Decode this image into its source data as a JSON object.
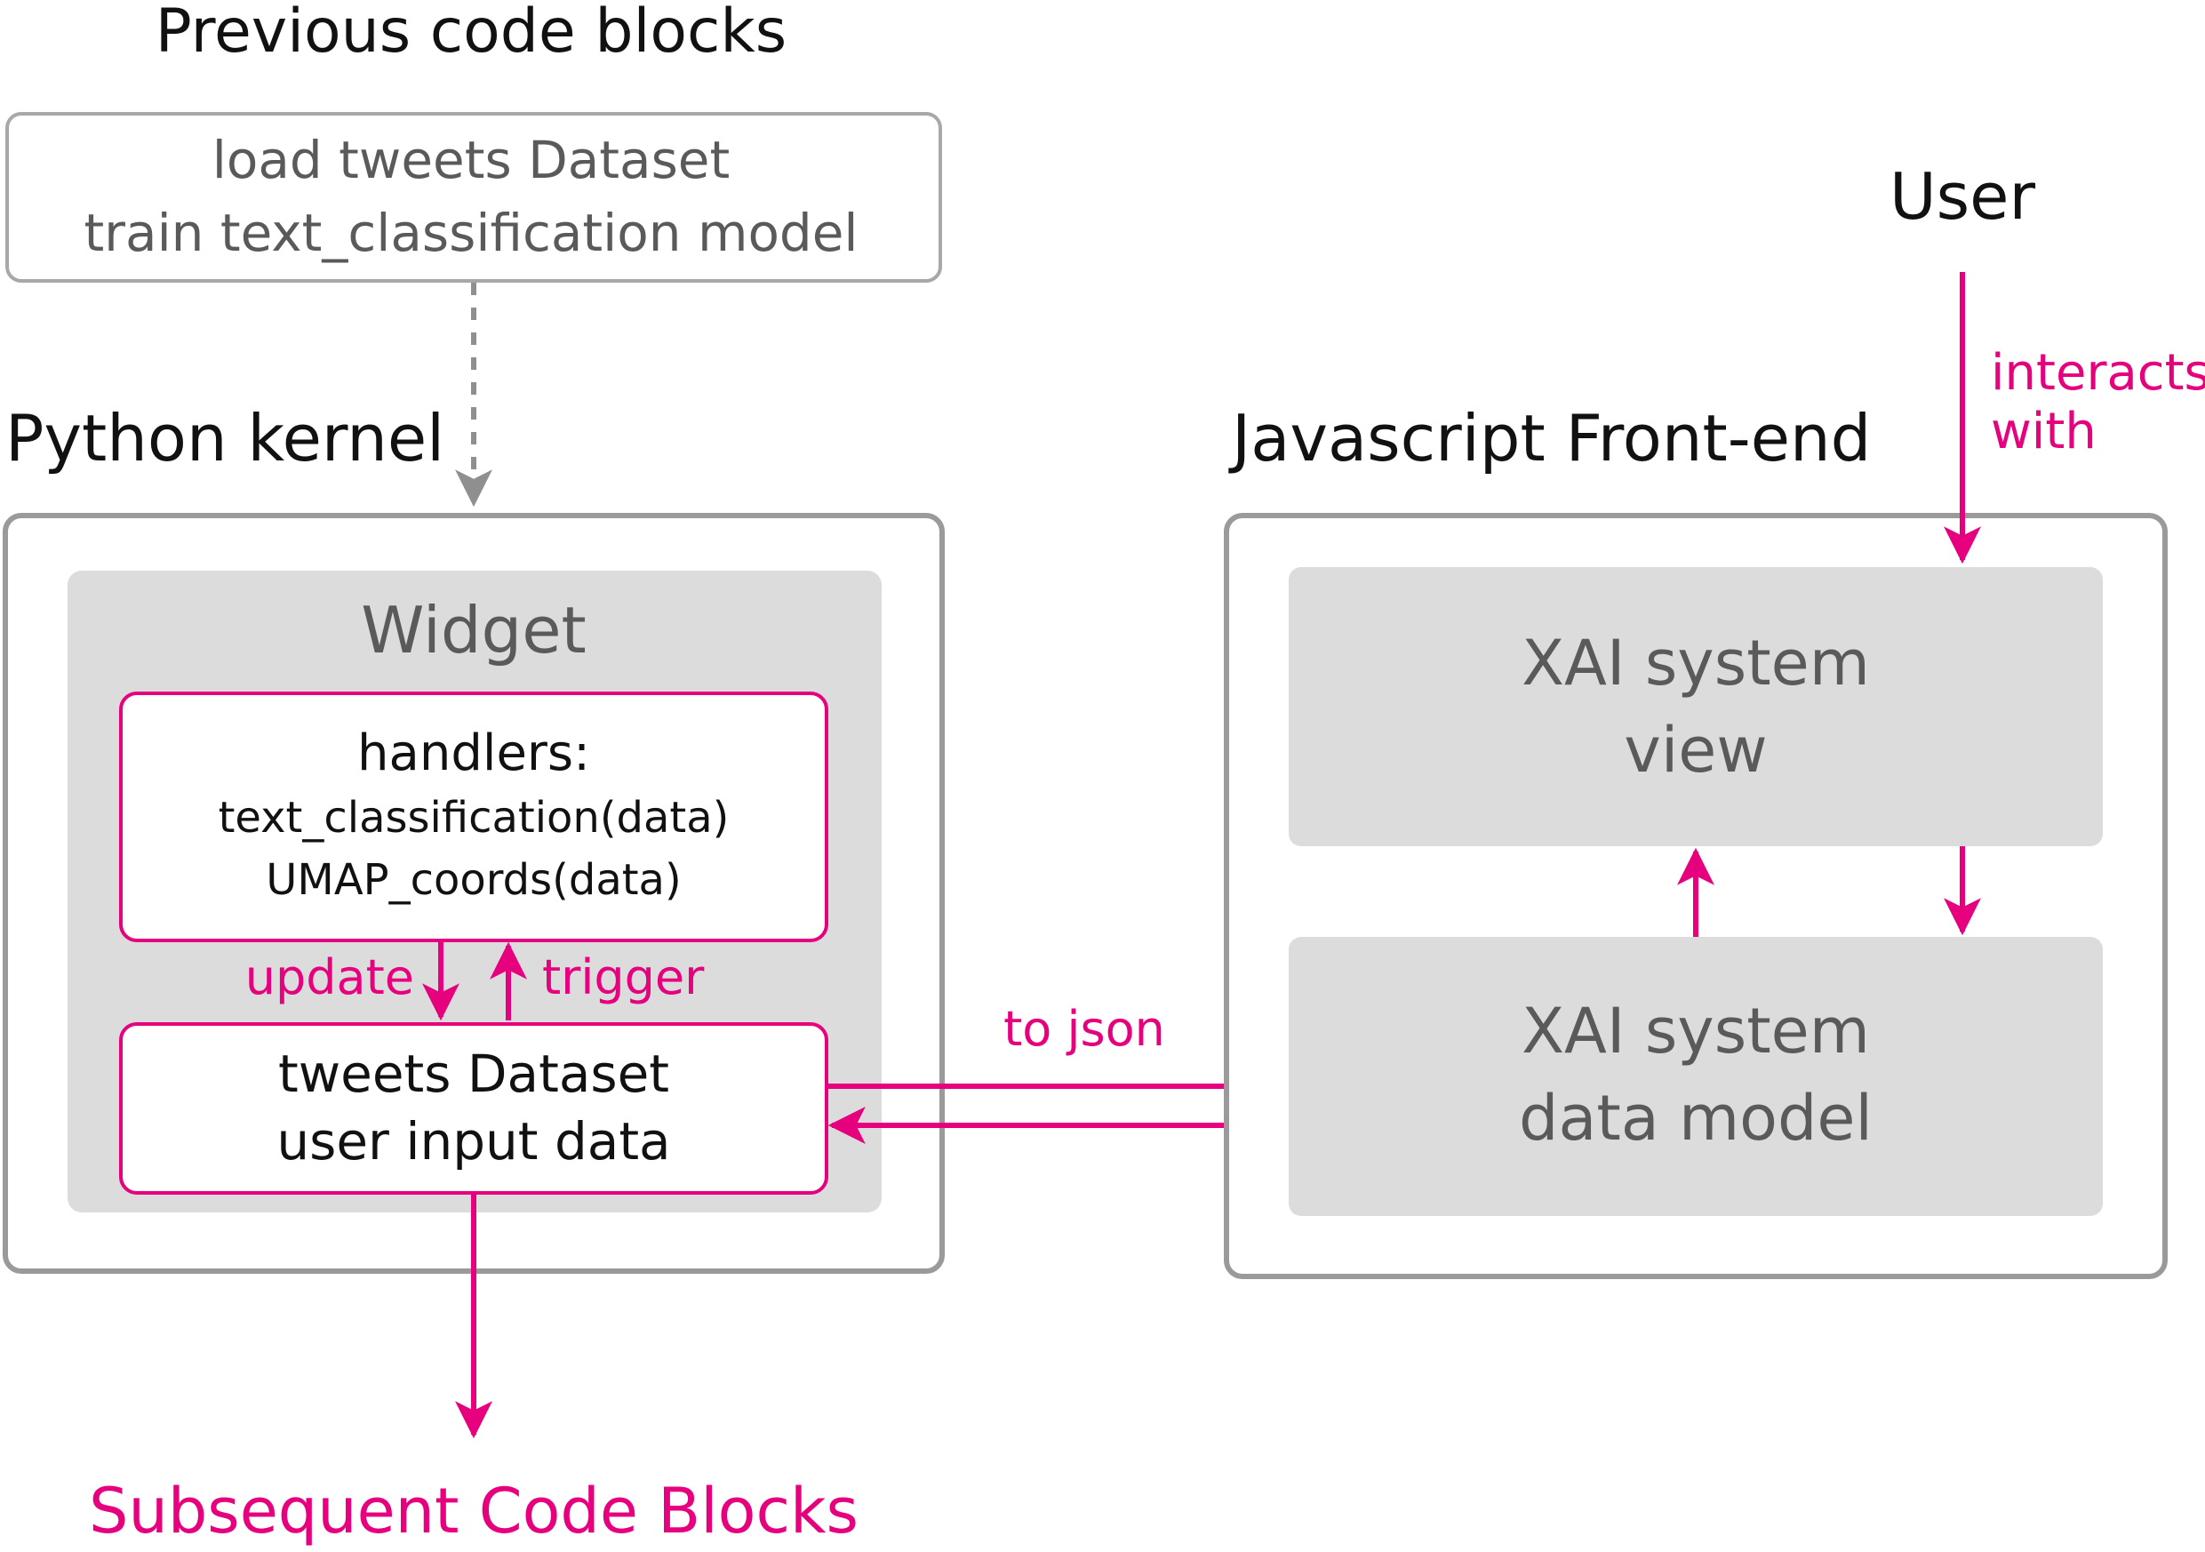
{
  "prev_heading": "Previous code blocks",
  "prev_box": {
    "line1": "load tweets Dataset",
    "line2": "train text_classification model"
  },
  "python_heading": "Python kernel",
  "js_heading": "Javascript Front-end",
  "user_label": "User",
  "interacts_label": {
    "line1": "interacts",
    "line2": "with"
  },
  "widget": {
    "title": "Widget",
    "handlers": {
      "title": "handlers:",
      "line1": "text_classification(data)",
      "line2": "UMAP_coords(data)"
    },
    "update_label": "update",
    "trigger_label": "trigger",
    "dataset_box": {
      "line1": "tweets Dataset",
      "line2": "user input data"
    }
  },
  "to_json_label": "to json",
  "xai_view": {
    "line1": "XAI system",
    "line2": "view"
  },
  "xai_model": {
    "line1": "XAI system",
    "line2": "data model"
  },
  "subsequent_label": "Subsequent Code Blocks",
  "colors": {
    "accent": "#e6007e",
    "box_gray": "#dcdcdc",
    "border_gray": "#9a9a9a",
    "text_gray": "#5a5a5a"
  }
}
